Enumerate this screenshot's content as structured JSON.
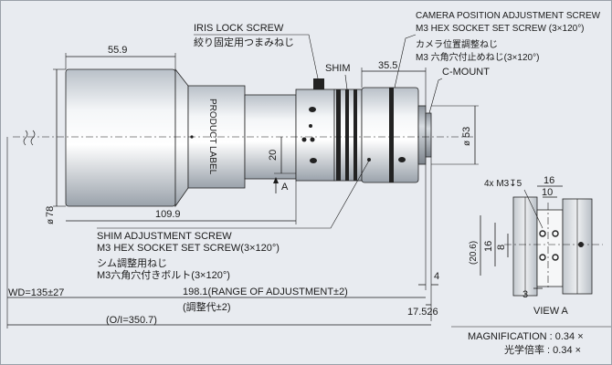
{
  "callouts": {
    "iris_lock_en": "IRIS LOCK SCREW",
    "iris_lock_jp": "絞り固定用つまみねじ",
    "shim": "SHIM",
    "camera_pos_en1": "CAMERA POSITION ADJUSTMENT SCREW",
    "camera_pos_en2": "M3 HEX SOCKET SET SCREW (3×120°)",
    "camera_pos_jp1": "カメラ位置調整ねじ",
    "camera_pos_jp2": "M3 六角穴付止めねじ(3×120°)",
    "c_mount": "C-MOUNT",
    "product_label": "PRODUCT LABEL",
    "shim_adj_en1": "SHIM ADJUSTMENT SCREW",
    "shim_adj_en2": "M3 HEX SOCKET SET SCREW(3×120°)",
    "shim_adj_jp1": "シム調整用ねじ",
    "shim_adj_jp2": "M3六角穴付きボルト(3×120°)",
    "view_a": "VIEW A",
    "arrow_a": "A"
  },
  "dimensions": {
    "d_55_9": "55.9",
    "d_35_5": "35.5",
    "d_109_9": "109.9",
    "d_20": "20",
    "d_53": "53",
    "d_78": "78",
    "d_4": "4",
    "wd": "WD=135±27",
    "range_en": "198.1(RANGE OF ADJUSTMENT±2)",
    "range_jp": "(調整代±2)",
    "d_17_526": "17.526",
    "oi": "(O/I=350.7)",
    "va_holes": "4x M3↧5",
    "va_16": "16",
    "va_10": "10",
    "va_20_6": "(20.6)",
    "va_16v": "16",
    "va_8": "8",
    "va_3": "3"
  },
  "specs": {
    "magnification_en": "MAGNIFICATION : 0.34 ×",
    "magnification_jp": "光学倍率 : 0.34 ×"
  }
}
